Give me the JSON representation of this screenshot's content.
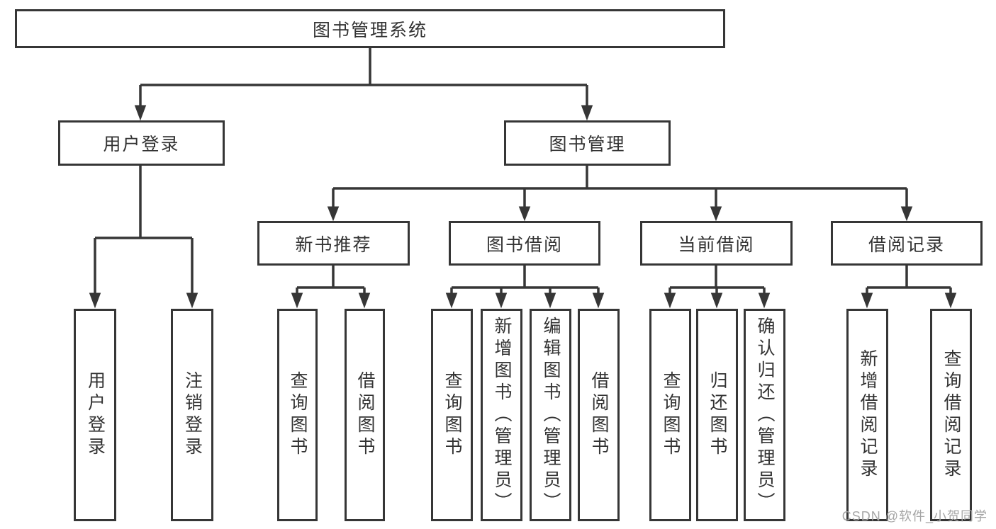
{
  "diagram": {
    "root": {
      "label": "图书管理系统"
    },
    "branches": {
      "user_login": {
        "label": "用户登录",
        "children": [
          "用户登录",
          "注销登录"
        ]
      },
      "book_mgmt": {
        "label": "图书管理"
      }
    },
    "modules": {
      "new_books": {
        "label": "新书推荐",
        "children": [
          "查询图书",
          "借阅图书"
        ]
      },
      "book_borrow": {
        "label": "图书借阅",
        "children": [
          "查询图书",
          "新增图书（管理员）",
          "编辑图书（管理员）",
          "借阅图书"
        ]
      },
      "current_borrow": {
        "label": "当前借阅",
        "children": [
          "查询图书",
          "归还图书",
          "确认归还（管理员）"
        ]
      },
      "borrow_records": {
        "label": "借阅记录",
        "children": [
          "新增借阅记录",
          "查询借阅记录"
        ]
      }
    }
  },
  "watermark": {
    "text": "CSDN @软件_小贺同学"
  },
  "colors": {
    "line": "#363636",
    "text": "#333333",
    "background": "#ffffff",
    "box_fill": "#ffffff",
    "watermark": "#a6a6a6"
  }
}
